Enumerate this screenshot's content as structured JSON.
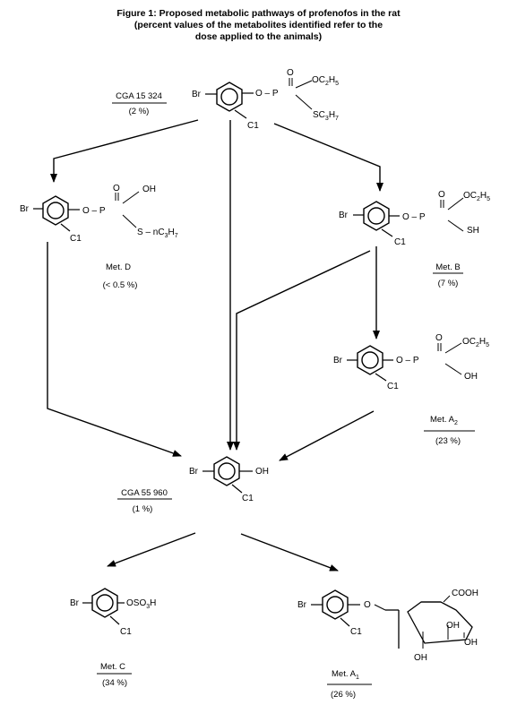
{
  "title": {
    "line1": "Figure 1:  Proposed metabolic pathways of profenofos in the rat",
    "line2": "(percent values of the metabolites identified refer to the",
    "line3": "dose applied to the animals)"
  },
  "compounds": [
    {
      "id": "cga15324",
      "name": "CGA 15 324",
      "percent": "(2 %)",
      "substituents": {
        "left": "Br",
        "chlorine": "C1",
        "linker": "O – P",
        "oxo": "O",
        "upper_group": [
          "OC",
          "2",
          "H",
          "5"
        ],
        "lower_group": [
          "SC",
          "3",
          "H",
          "7"
        ]
      }
    },
    {
      "id": "metD",
      "name": "Met. D",
      "percent": "(< 0.5 %)",
      "substituents": {
        "left": "Br",
        "chlorine": "C1",
        "linker": "O – P",
        "oxo": "O",
        "upper_group": "OH",
        "lower_group": [
          "S – nC",
          "3",
          "H",
          "7"
        ]
      }
    },
    {
      "id": "metB",
      "name": "Met. B",
      "percent": "(7 %)",
      "substituents": {
        "left": "Br",
        "chlorine": "C1",
        "linker": "O – P",
        "oxo": "O",
        "upper_group": [
          "OC",
          "2",
          "H",
          "5"
        ],
        "lower_group": "SH"
      }
    },
    {
      "id": "metA2",
      "name": "Met. A",
      "name_sub": "2",
      "percent": "(23 %)",
      "substituents": {
        "left": "Br",
        "chlorine": "C1",
        "linker": "O – P",
        "oxo": "O",
        "upper_group": [
          "OC",
          "2",
          "H",
          "5"
        ],
        "lower_group": "OH"
      }
    },
    {
      "id": "cga55960",
      "name": "CGA 55 960",
      "percent": "(1 %)",
      "substituents": {
        "left": "Br",
        "chlorine": "C1",
        "right": "OH"
      }
    },
    {
      "id": "metC",
      "name": "Met. C",
      "percent": "(34 %)",
      "substituents": {
        "left": "Br",
        "chlorine": "C1",
        "right": [
          "OSO",
          "3",
          "H"
        ]
      }
    },
    {
      "id": "metA1",
      "name": "Met. A",
      "name_sub": "1",
      "percent": "(26 %)",
      "substituents": {
        "left": "Br",
        "chlorine": "C1",
        "linker": "O",
        "sugar_cooh": "COOH",
        "sugar_oh_1": "OH",
        "sugar_oh_2": "OH",
        "sugar_oh_3": "OH"
      }
    }
  ],
  "colors": {
    "ink": "#000000",
    "background": "#ffffff"
  }
}
